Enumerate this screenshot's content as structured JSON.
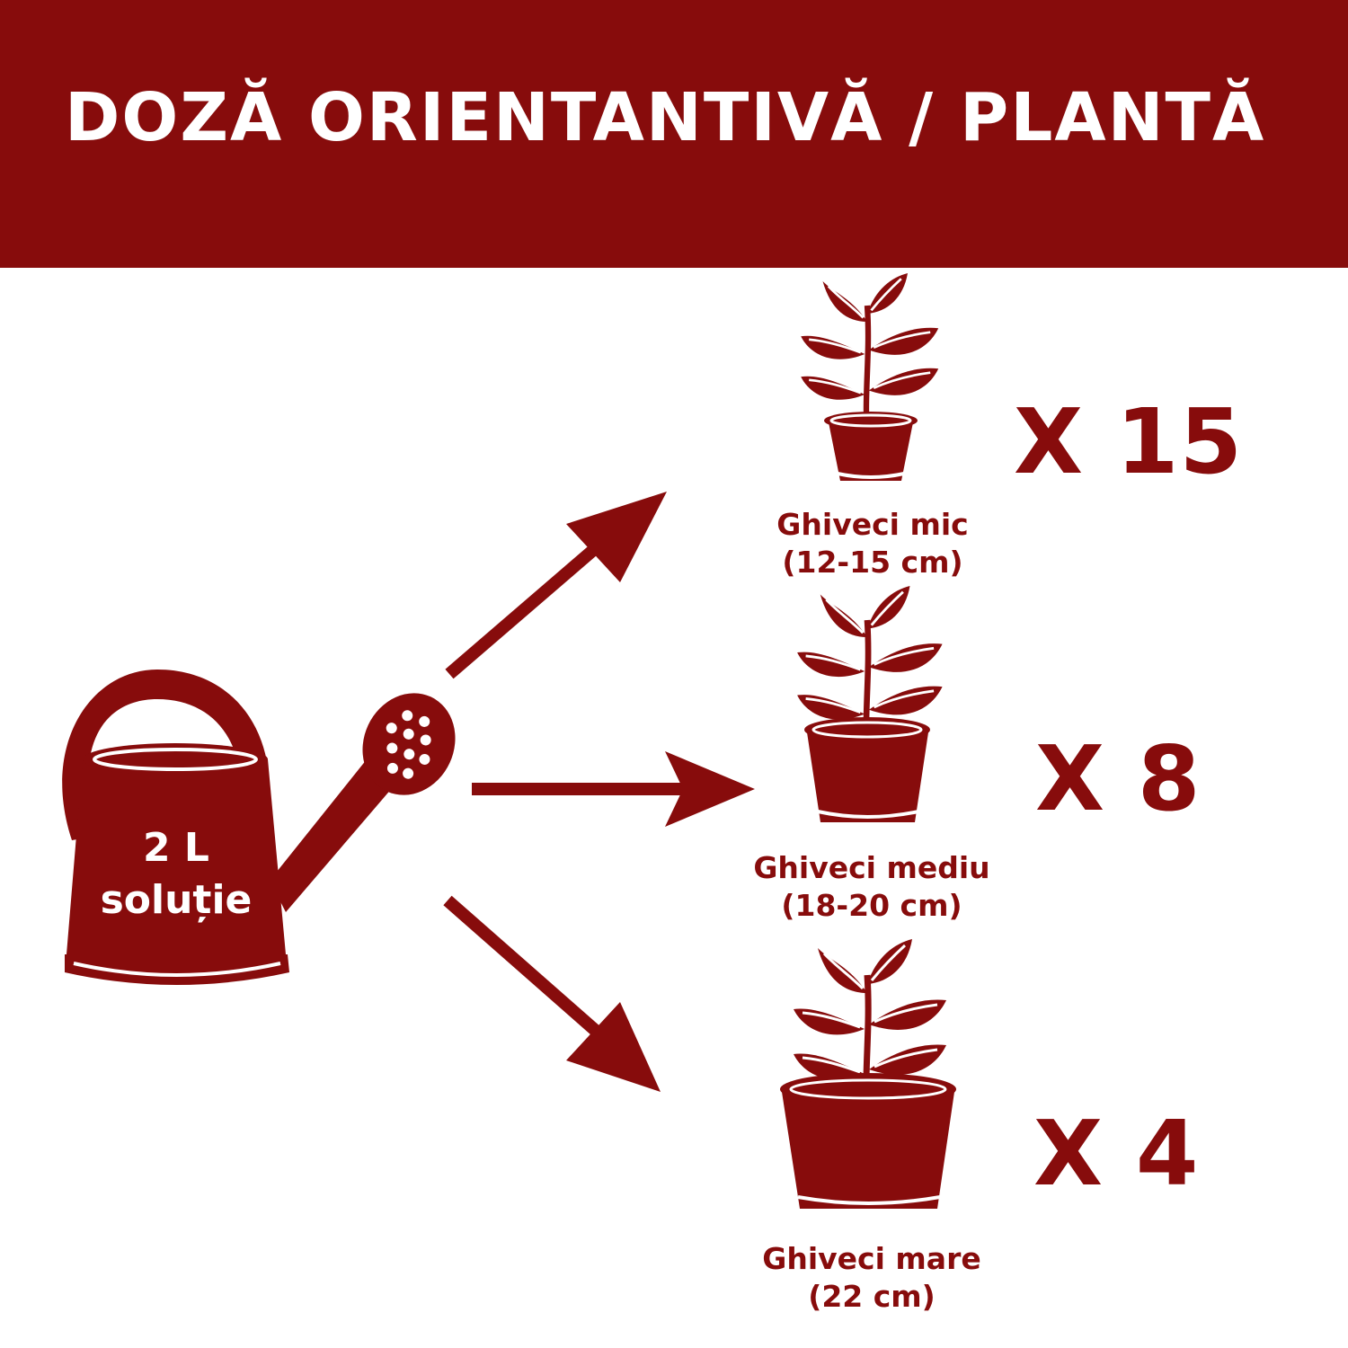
{
  "title": "DOZĂ ORIENTANTIVĂ / PLANTĂ",
  "source": {
    "volume": "2 L",
    "label": "soluție",
    "icon": "watering-can-icon"
  },
  "pots": [
    {
      "name": "Ghiveci mic",
      "size": "(12-15 cm)",
      "multiplier": "X 15",
      "icon": "plant-pot-icon"
    },
    {
      "name": "Ghiveci mediu",
      "size": "(18-20 cm)",
      "multiplier": "X 8",
      "icon": "plant-pot-icon"
    },
    {
      "name": "Ghiveci mare",
      "size": "(22 cm)",
      "multiplier": "X 4",
      "icon": "plant-pot-icon"
    }
  ],
  "colors": {
    "brand": "#870c0c",
    "text_on_brand": "#ffffff"
  }
}
